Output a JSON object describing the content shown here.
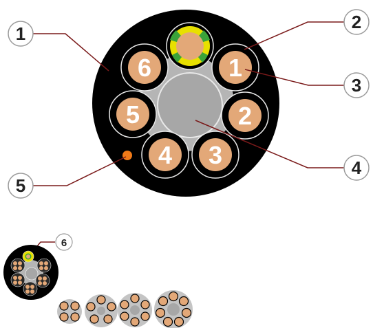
{
  "colors": {
    "jacket": "#000000",
    "filler": "#b5b5b5",
    "copper": "#e3a878",
    "insulation_ring": "#e8e8e8",
    "central_element": "#a7a7a7",
    "leader_line": "#7a1a1a",
    "ground_yellow": "#e8e000",
    "ground_green": "#3aa33a",
    "ripcord": "#f07a18",
    "callout_fill": "#ffffff",
    "callout_stroke": "#9a9a9a"
  },
  "cores": [
    "1",
    "2",
    "3",
    "4",
    "5",
    "6"
  ],
  "callouts": [
    "1",
    "2",
    "3",
    "4",
    "5",
    "6"
  ]
}
